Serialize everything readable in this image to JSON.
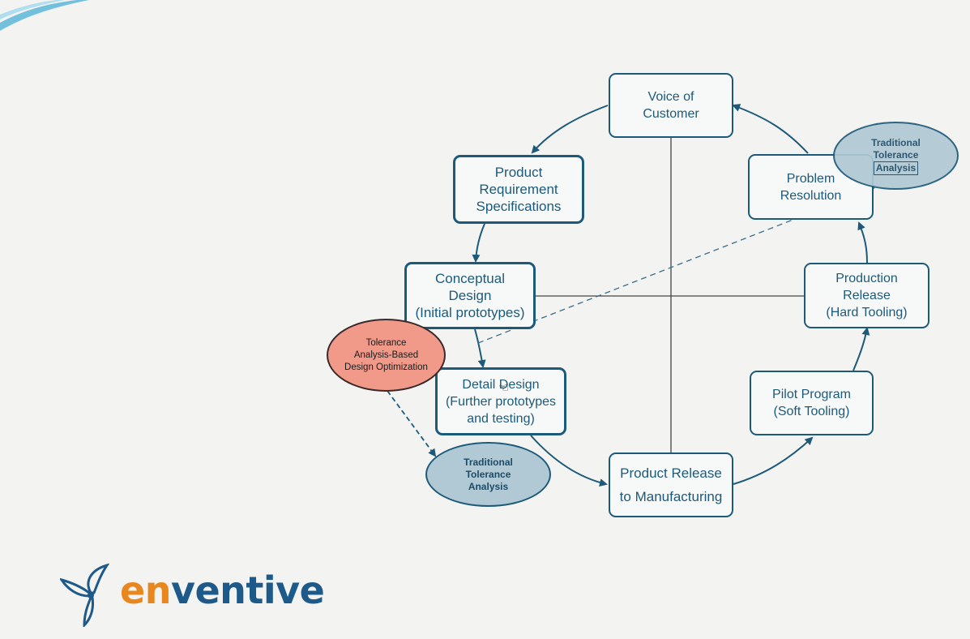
{
  "diagram": {
    "nodes": {
      "voice_of_customer": [
        "Voice of",
        "Customer"
      ],
      "product_requirement_specs": [
        "Product",
        "Requirement",
        "Specifications"
      ],
      "conceptual_design": [
        "Conceptual",
        "Design",
        "(Initial prototypes)"
      ],
      "detail_design": [
        "Detail Design",
        "(Further prototypes",
        "and testing)"
      ],
      "product_release_manufacturing": [
        "Product Release",
        "to Manufacturing"
      ],
      "pilot_program": [
        "Pilot Program",
        "(Soft Tooling)"
      ],
      "production_release": [
        "Production",
        "Release",
        "(Hard Tooling)"
      ],
      "problem_resolution": [
        "Problem",
        "Resolution"
      ]
    },
    "ellipses": {
      "tolerance_optimization": [
        "Tolerance",
        "Analysis-Based",
        "Design Optimization"
      ],
      "traditional_lower": [
        "Traditional",
        "Tolerance",
        "Analysis"
      ],
      "traditional_upper": [
        "Traditional",
        "Tolerance",
        "Analysis"
      ]
    }
  },
  "logo": {
    "part1": "en",
    "part2": "ventive"
  },
  "colors": {
    "accent": "#1d5a7a",
    "ellipse_blue": "#b0c9d4",
    "ellipse_red": "#f29a8a",
    "logo_orange": "#e8871e",
    "logo_blue": "#1d5a8a"
  },
  "icons": {
    "cursor": "hand-pointer-icon",
    "logo_mark": "turbine-blades-icon"
  }
}
